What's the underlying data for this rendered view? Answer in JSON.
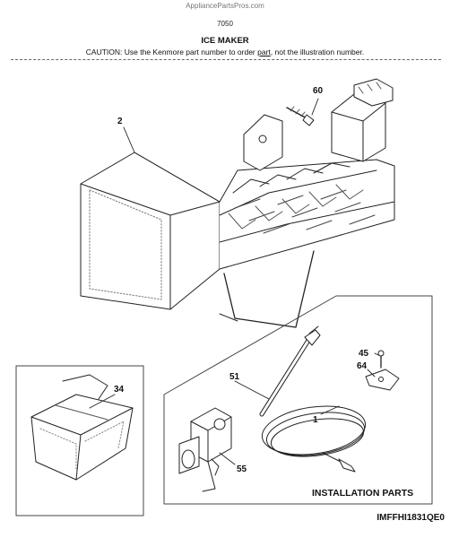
{
  "header": {
    "site": "AppliancePartsPros.com",
    "page_number": "7050",
    "title": "ICE MAKER",
    "caution_before": "CAUTION: Use the Kenmore part number to order ",
    "caution_link": "part",
    "caution_after": ", not the illustration number."
  },
  "callouts": {
    "c60": "60",
    "c2": "2",
    "c34": "34",
    "c51": "51",
    "c45": "45",
    "c64": "64",
    "c1": "1",
    "c55": "55"
  },
  "installation_label": "INSTALLATION PARTS",
  "document_id": "IMFFHI1831QE0"
}
